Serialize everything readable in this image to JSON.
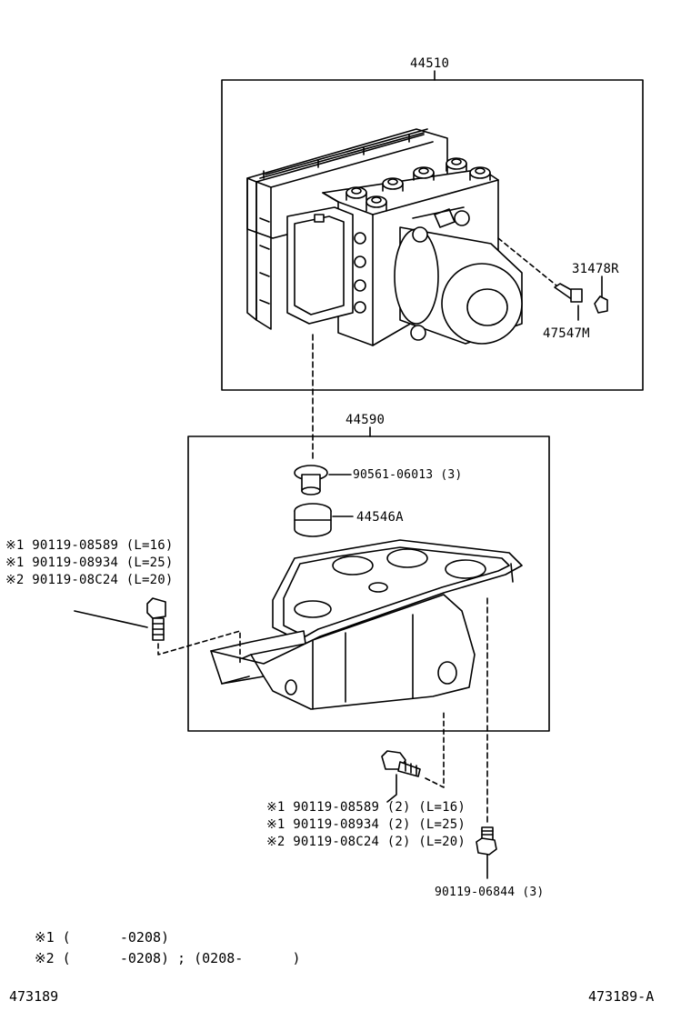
{
  "assembly_labels": {
    "main_unit": "44510",
    "bracket": "44590"
  },
  "part_labels": {
    "p31478r": "31478R",
    "p47547m": "47547M",
    "p90561": "90561-06013 (3)",
    "p44546a": "44546A",
    "p90119_06844": "90119-06844 (3)"
  },
  "left_bolt_labels": [
    "※1 90119-08589 (L=16)",
    "※1 90119-08934 (L=25)",
    "※2 90119-08C24 (L=20)"
  ],
  "lower_bolt_labels": [
    "※1 90119-08589 (2) (L=16)",
    "※1 90119-08934 (2) (L=25)",
    "※2 90119-08C24 (2) (L=20)"
  ],
  "notes": [
    "※1 (      -0208)",
    "※2 (      -0208) ; (0208-      )"
  ],
  "footer": {
    "left_id": "473189",
    "right_id": "473189-A"
  }
}
